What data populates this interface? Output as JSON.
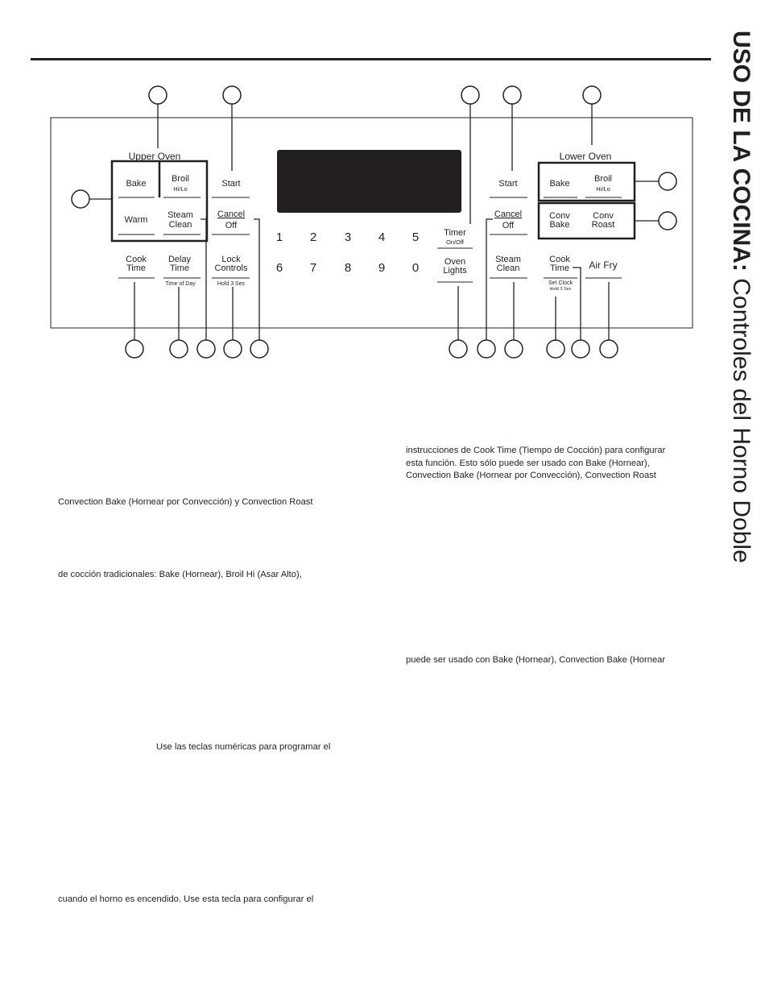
{
  "page_title": {
    "bold": "USO DE LA COCINA:",
    "rest": " Controles del Horno Doble"
  },
  "panel": {
    "upper_oven_label": "Upper Oven",
    "lower_oven_label": "Lower Oven",
    "upper": {
      "bake": "Bake",
      "broil": "Broil",
      "broil_sub": "Hi/Lo",
      "warm": "Warm",
      "steam_clean_1": "Steam",
      "steam_clean_2": "Clean",
      "start": "Start",
      "cancel": "Cancel",
      "off": "Off",
      "cook_time_1": "Cook",
      "cook_time_2": "Time",
      "delay_time_1": "Delay",
      "delay_time_2": "Time",
      "delay_time_sub": "Time of Day",
      "lock_1": "Lock",
      "lock_2": "Controls",
      "lock_sub": "Hold 3 Sec"
    },
    "keypad": [
      "1",
      "2",
      "3",
      "4",
      "5",
      "6",
      "7",
      "8",
      "9",
      "0"
    ],
    "timer": "Timer",
    "timer_sub": "On/Off",
    "oven_lights_1": "Oven",
    "oven_lights_2": "Lights",
    "lower": {
      "start": "Start",
      "bake": "Bake",
      "broil": "Broil",
      "broil_sub": "Hi/Lo",
      "cancel": "Cancel",
      "off": "Off",
      "conv_bake_1": "Conv",
      "conv_bake_2": "Bake",
      "conv_roast_1": "Conv",
      "conv_roast_2": "Roast",
      "steam_clean_1": "Steam",
      "steam_clean_2": "Clean",
      "cook_time_1": "Cook",
      "cook_time_2": "Time",
      "cook_time_sub": "Set Clock",
      "cook_time_sub2": "Hold 3 Sec",
      "air_fry": "Air Fry"
    }
  },
  "text_lines": {
    "left_1": "Convection Bake (Hornear por Convección) y Convection Roast",
    "left_2": "de cocción tradicionales: Bake (Hornear), Broil Hi (Asar Alto),",
    "left_3": "Use las teclas numéricas para programar el",
    "left_4": "cuando el horno es encendido. Use esta tecla para configurar el",
    "right_1": "instrucciones de Cook Time (Tiempo de Cocción) para configurar",
    "right_2": "esta función. Esto sólo puede ser usado con Bake (Hornear),",
    "right_3": "Convection Bake (Hornear por Convección), Convection Roast",
    "right_4": "puede ser usado con Bake (Hornear), Convection Bake (Hornear"
  }
}
